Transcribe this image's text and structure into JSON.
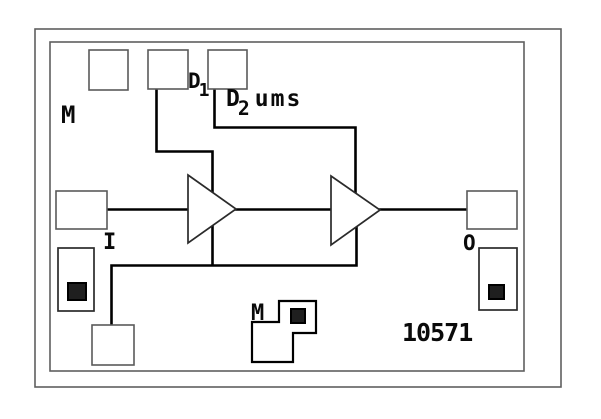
{
  "labels": {
    "mark_top": "M",
    "drain1": {
      "base": "D",
      "sub": "1"
    },
    "drain2": {
      "base": "D",
      "sub": "2",
      "suffix": "ums"
    },
    "input": "I",
    "output": "O",
    "mark_bottom": "M",
    "part_number": "10571"
  },
  "components": {
    "amplifier_stages": 2,
    "top_bond_pads": 3,
    "via_ground_pads": 2
  },
  "colors": {
    "background": "#ffffff",
    "frame_border": "#5f5f5f",
    "pad_border": "#5a5a5a",
    "component_outline": "#2b2b2b",
    "wire": "#000000",
    "via_fill": "#1f1f1f"
  }
}
